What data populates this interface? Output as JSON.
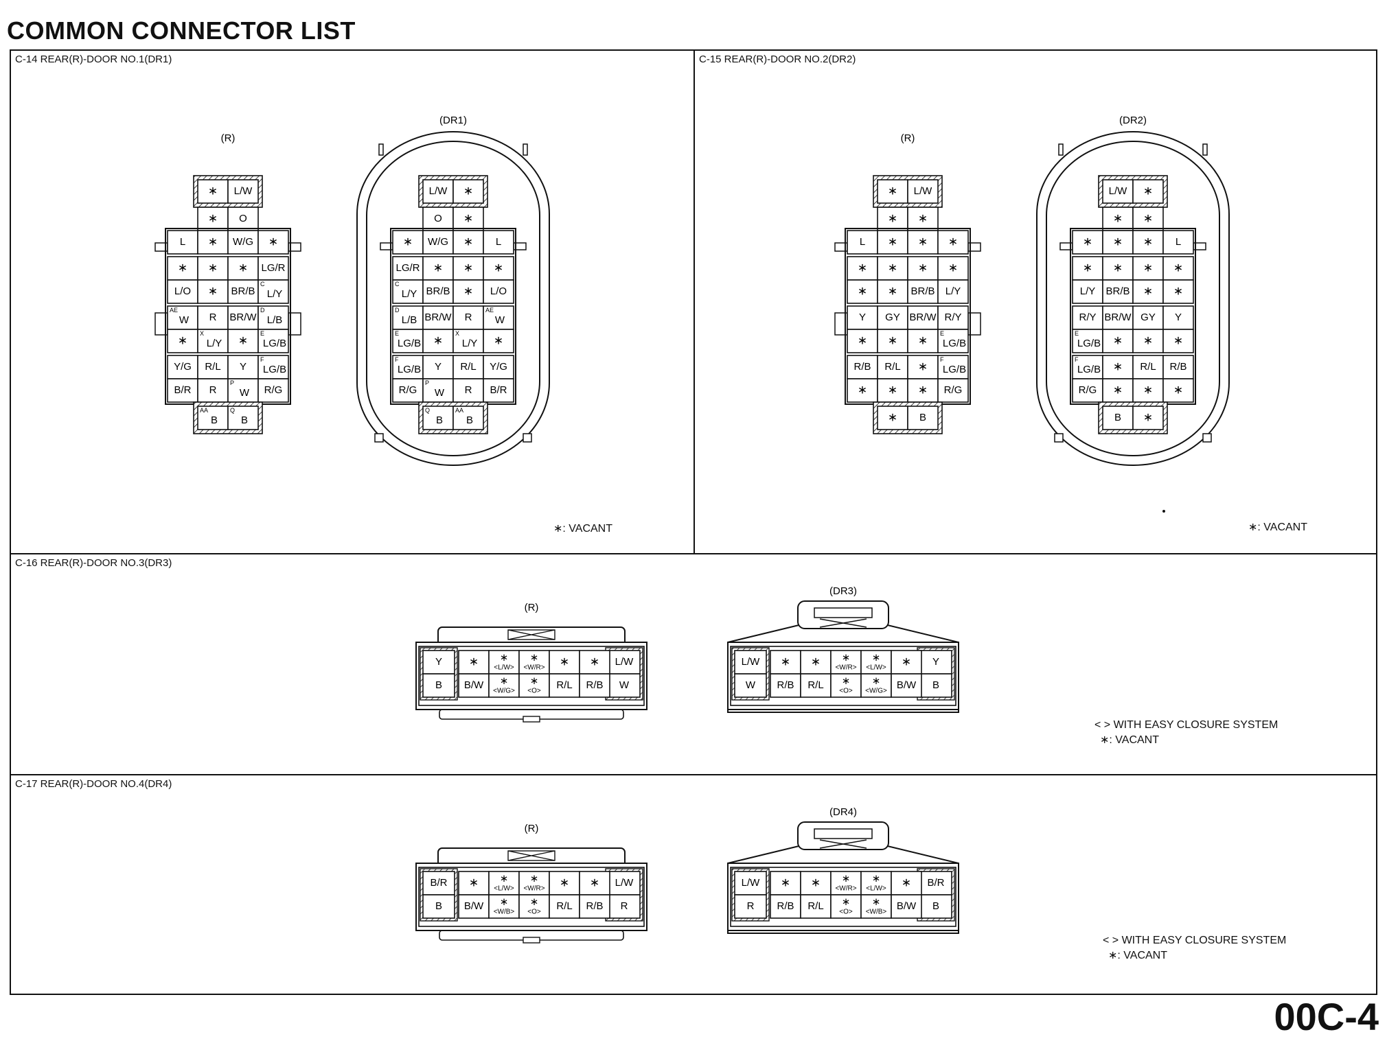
{
  "title": "COMMON CONNECTOR LIST",
  "page_number": "00C-4",
  "panels": [
    {
      "id": "C14",
      "title": "C-14 REAR(R)-DOOR NO.1(DR1)",
      "notes": [
        "∗: VACANT"
      ],
      "connectors": [
        {
          "label": "(R)",
          "top": [
            [
              "∗",
              "L/W"
            ]
          ],
          "rows": [
            [
              "",
              "∗",
              "O",
              ""
            ],
            [
              "L",
              "∗",
              "W/G",
              "∗"
            ],
            [
              "∗",
              "∗",
              "∗",
              "LG/R"
            ],
            [
              "L/O",
              "∗",
              "BR/B",
              "C|L/Y"
            ],
            [
              "AE|W",
              "R",
              "BR/W",
              "D|L/B"
            ],
            [
              "∗",
              "X|L/Y",
              "∗",
              "E|LG/B"
            ],
            [
              "Y/G",
              "R/L",
              "Y",
              "F|LG/B"
            ],
            [
              "B/R",
              "R",
              "P|W",
              "R/G"
            ]
          ],
          "bottom": [
            [
              "AA|B",
              "Q|B"
            ]
          ]
        },
        {
          "label": "(DR1)",
          "top": [
            [
              "L/W",
              "∗"
            ]
          ],
          "rows": [
            [
              "",
              "O",
              "∗",
              ""
            ],
            [
              "∗",
              "W/G",
              "∗",
              "L"
            ],
            [
              "LG/R",
              "∗",
              "∗",
              "∗"
            ],
            [
              "C|L/Y",
              "BR/B",
              "∗",
              "L/O"
            ],
            [
              "D|L/B",
              "BR/W",
              "R",
              "AE|W"
            ],
            [
              "E|LG/B",
              "∗",
              "X|L/Y",
              "∗"
            ],
            [
              "F|LG/B",
              "Y",
              "R/L",
              "Y/G"
            ],
            [
              "R/G",
              "P|W",
              "R",
              "B/R"
            ]
          ],
          "bottom": [
            [
              "Q|B",
              "AA|B"
            ]
          ]
        }
      ]
    },
    {
      "id": "C15",
      "title": "C-15 REAR(R)-DOOR NO.2(DR2)",
      "notes": [
        "∗: VACANT"
      ],
      "connectors": [
        {
          "label": "(R)",
          "top": [
            [
              "∗",
              "L/W"
            ]
          ],
          "rows": [
            [
              "",
              "∗",
              "∗",
              ""
            ],
            [
              "L",
              "∗",
              "∗",
              "∗"
            ],
            [
              "∗",
              "∗",
              "∗",
              "∗"
            ],
            [
              "∗",
              "∗",
              "BR/B",
              "L/Y"
            ],
            [
              "Y",
              "GY",
              "BR/W",
              "R/Y"
            ],
            [
              "∗",
              "∗",
              "∗",
              "E|LG/B"
            ],
            [
              "R/B",
              "R/L",
              "∗",
              "F|LG/B"
            ],
            [
              "∗",
              "∗",
              "∗",
              "R/G"
            ]
          ],
          "bottom": [
            [
              "∗",
              "B"
            ]
          ]
        },
        {
          "label": "(DR2)",
          "top": [
            [
              "L/W",
              "∗"
            ]
          ],
          "rows": [
            [
              "",
              "∗",
              "∗",
              ""
            ],
            [
              "∗",
              "∗",
              "∗",
              "L"
            ],
            [
              "∗",
              "∗",
              "∗",
              "∗"
            ],
            [
              "L/Y",
              "BR/B",
              "∗",
              "∗"
            ],
            [
              "R/Y",
              "BR/W",
              "GY",
              "Y"
            ],
            [
              "E|LG/B",
              "∗",
              "∗",
              "∗"
            ],
            [
              "F|LG/B",
              "∗",
              "R/L",
              "R/B"
            ],
            [
              "R/G",
              "∗",
              "∗",
              "∗"
            ]
          ],
          "bottom": [
            [
              "B",
              "∗"
            ]
          ]
        }
      ]
    },
    {
      "id": "C16",
      "title": "C-16 REAR(R)-DOOR NO.3(DR3)",
      "notes": [
        "< > WITH EASY CLOSURE SYSTEM",
        "∗: VACANT"
      ],
      "connectors": [
        {
          "label": "(R)",
          "left": [
            "Y",
            "B"
          ],
          "rows": [
            [
              "∗",
              "∗|<L/W>",
              "∗|<W/R>",
              "∗",
              "∗"
            ],
            [
              "B/W",
              "∗|<W/G>",
              "∗|<O>",
              "R/L",
              "R/B"
            ]
          ],
          "right": [
            "L/W",
            "W"
          ]
        },
        {
          "label": "(DR3)",
          "left": [
            "L/W",
            "W"
          ],
          "rows": [
            [
              "∗",
              "∗",
              "∗|<W/R>",
              "∗|<L/W>",
              "∗"
            ],
            [
              "R/B",
              "R/L",
              "∗|<O>",
              "∗|<W/G>",
              "B/W"
            ]
          ],
          "right": [
            "Y",
            "B"
          ]
        }
      ]
    },
    {
      "id": "C17",
      "title": "C-17 REAR(R)-DOOR NO.4(DR4)",
      "notes": [
        "< > WITH EASY CLOSURE SYSTEM",
        "∗: VACANT"
      ],
      "connectors": [
        {
          "label": "(R)",
          "left": [
            "B/R",
            "B"
          ],
          "rows": [
            [
              "∗",
              "∗|<L/W>",
              "∗|<W/R>",
              "∗",
              "∗"
            ],
            [
              "B/W",
              "∗|<W/B>",
              "∗|<O>",
              "R/L",
              "R/B"
            ]
          ],
          "right": [
            "L/W",
            "R"
          ]
        },
        {
          "label": "(DR4)",
          "left": [
            "L/W",
            "R"
          ],
          "rows": [
            [
              "∗",
              "∗",
              "∗|<W/R>",
              "∗|<L/W>",
              "∗"
            ],
            [
              "R/B",
              "R/L",
              "∗|<O>",
              "∗|<W/B>",
              "B/W"
            ]
          ],
          "right": [
            "B/R",
            "B"
          ]
        }
      ]
    }
  ]
}
